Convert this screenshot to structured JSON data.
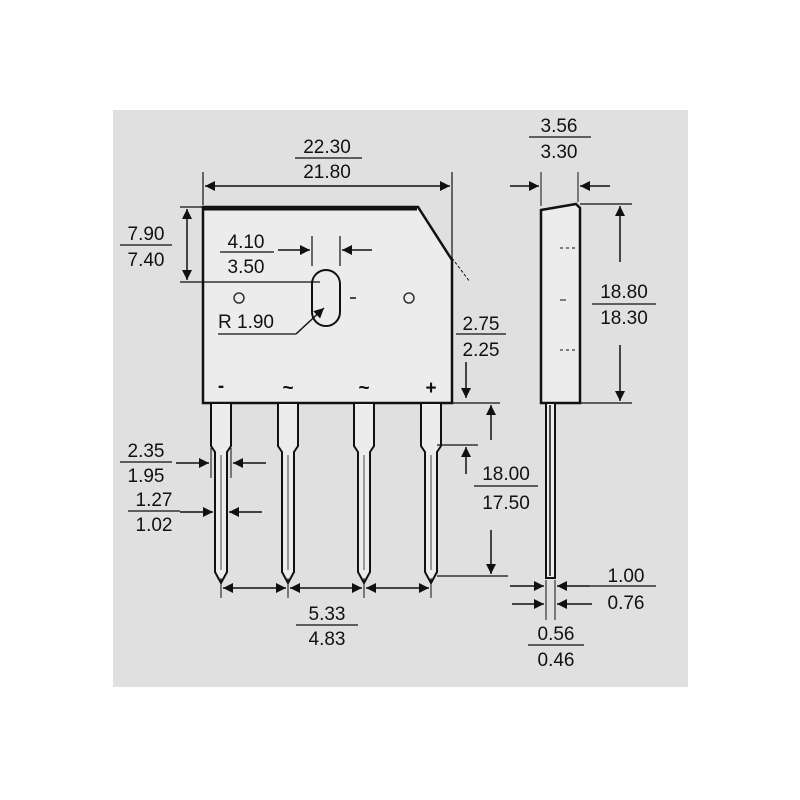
{
  "dimensions": {
    "body_width": {
      "max": "22.30",
      "min": "21.80"
    },
    "body_height_top": {
      "max": "7.90",
      "min": "7.40"
    },
    "hole_offset": {
      "max": "4.10",
      "min": "3.50"
    },
    "hole_radius": {
      "label": "R 1.90"
    },
    "chamfer": {
      "max": "2.75",
      "min": "2.25"
    },
    "pin_width": {
      "max": "2.35",
      "min": "1.95"
    },
    "pin_tip_width": {
      "max": "1.27",
      "min": "1.02"
    },
    "pin_length": {
      "max": "18.00",
      "min": "17.50"
    },
    "pin_pitch": {
      "max": "5.33",
      "min": "4.83"
    },
    "body_thickness": {
      "max": "3.56",
      "min": "3.30"
    },
    "body_height": {
      "max": "18.80",
      "min": "18.30"
    },
    "pin_thickness": {
      "max": "1.00",
      "min": "0.76"
    },
    "pin_tip_thick": {
      "max": "0.56",
      "min": "0.46"
    }
  },
  "pin_markings": [
    "-",
    "~",
    "~",
    "+"
  ],
  "colors": {
    "panel": "#e0e0e0",
    "ink": "#111111"
  }
}
